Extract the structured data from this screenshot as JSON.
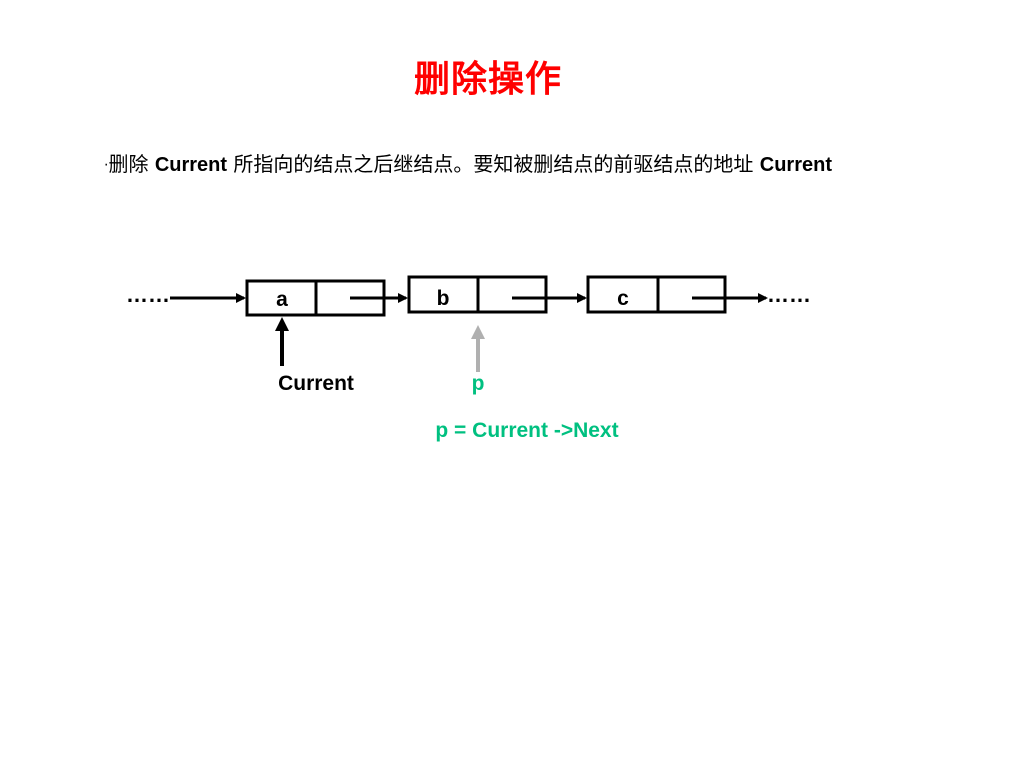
{
  "slide": {
    "title": "删除操作",
    "bullet": {
      "marker": "·",
      "part1": "删除 ",
      "term1": "Current",
      "part2": " 所指向的结点之后继结点。要知被删结点的前驱结点的地址 ",
      "term2": "Current"
    }
  },
  "diagram": {
    "nodes": [
      {
        "label": "a"
      },
      {
        "label": "b"
      },
      {
        "label": "c"
      }
    ],
    "left_ellipsis": "……",
    "right_ellipsis": "……",
    "pointers": {
      "current_label": "Current",
      "p_label": "p",
      "assignment": "p = Current ->Next"
    },
    "colors": {
      "title": "#ff0000",
      "p_pointer_text": "#00c080",
      "p_arrow": "#b0b0b0",
      "ink": "#000000"
    }
  }
}
